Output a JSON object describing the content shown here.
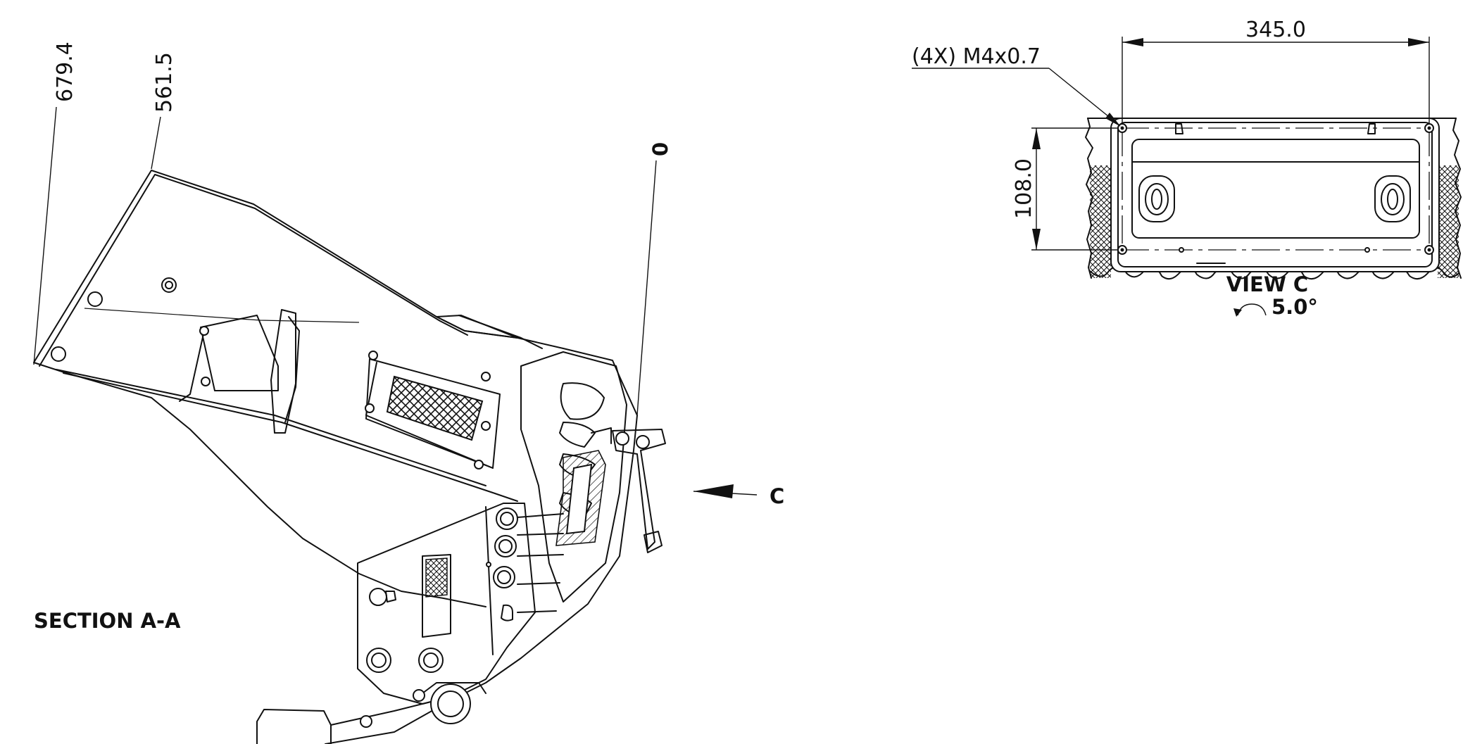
{
  "section_label": "SECTION A-A",
  "view_label": "VIEW C",
  "view_rotation": "5.0°",
  "view_arrow_letter": "C",
  "dimensions": {
    "d1": "679.4",
    "d2": "561.5",
    "d3": "0",
    "width": "345.0",
    "height": "108.0",
    "hole_callout": "(4X) M4x0.7"
  },
  "colors": {
    "line": "#111111",
    "background": "#ffffff"
  }
}
